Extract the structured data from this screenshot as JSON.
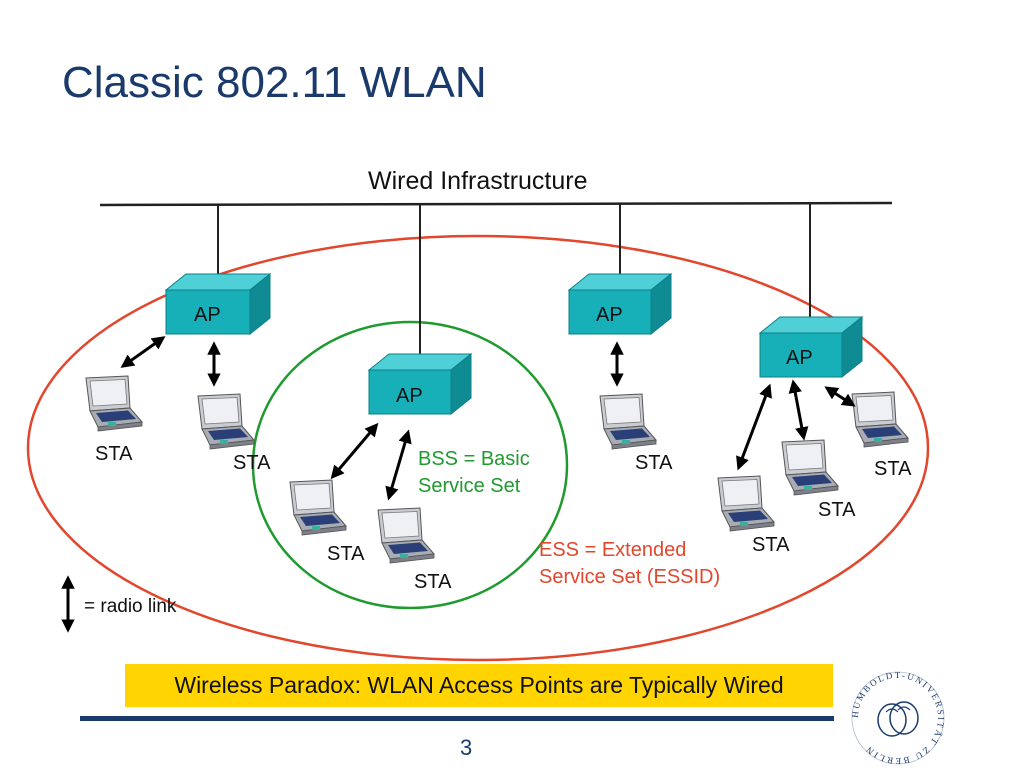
{
  "title": "Classic 802.11 WLAN",
  "wired_label": "Wired Infrastructure",
  "ap_label": "AP",
  "sta_label": "STA",
  "bss_label": [
    "BSS = Basic",
    "Service Set"
  ],
  "ess_label": [
    "ESS = Extended",
    "Service Set (ESSID)"
  ],
  "legend_text": "= radio link",
  "paradox": "Wireless Paradox: WLAN Access Points are Typically Wired",
  "page_number": "3",
  "seal_text": "HUMBOLDT-UNIVERSITÄT ZU BERLIN",
  "colors": {
    "title": "#1a3a6b",
    "ap_front": "#17b0b8",
    "ap_top": "#4fd0d6",
    "ap_side": "#0f8c93",
    "ess_ellipse": "#e2462c",
    "bss_circle": "#1f9a2f",
    "bss_text": "#1f9a2f",
    "ess_text": "#e2462c",
    "highlight": "#ffd400",
    "footer_rule": "#1a3a6b"
  }
}
